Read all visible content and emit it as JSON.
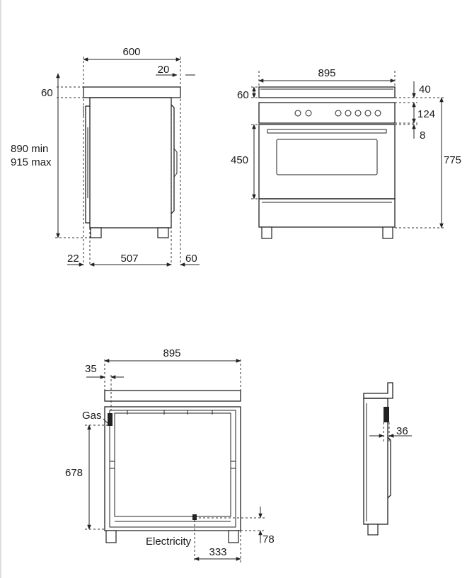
{
  "side_view": {
    "width_label": "600",
    "overhang_label": "20",
    "top_label": "60",
    "height_min_label": "890 min",
    "height_max_label": "915 max",
    "left_offset_label": "22",
    "depth_label": "507",
    "right_offset_label": "60"
  },
  "front_view": {
    "width_label": "895",
    "top_label": "60",
    "panel_label": "40",
    "control_label": "124",
    "gap_label": "8",
    "oven_label": "450",
    "total_label": "775"
  },
  "rear_view": {
    "width_label": "895",
    "offset_label": "35",
    "gas_label": "Gas",
    "gas_height_label": "678",
    "electricity_label": "Electricity",
    "electricity_offset_label": "333",
    "electricity_height_label": "78"
  },
  "detail_view": {
    "depth_label": "36"
  }
}
